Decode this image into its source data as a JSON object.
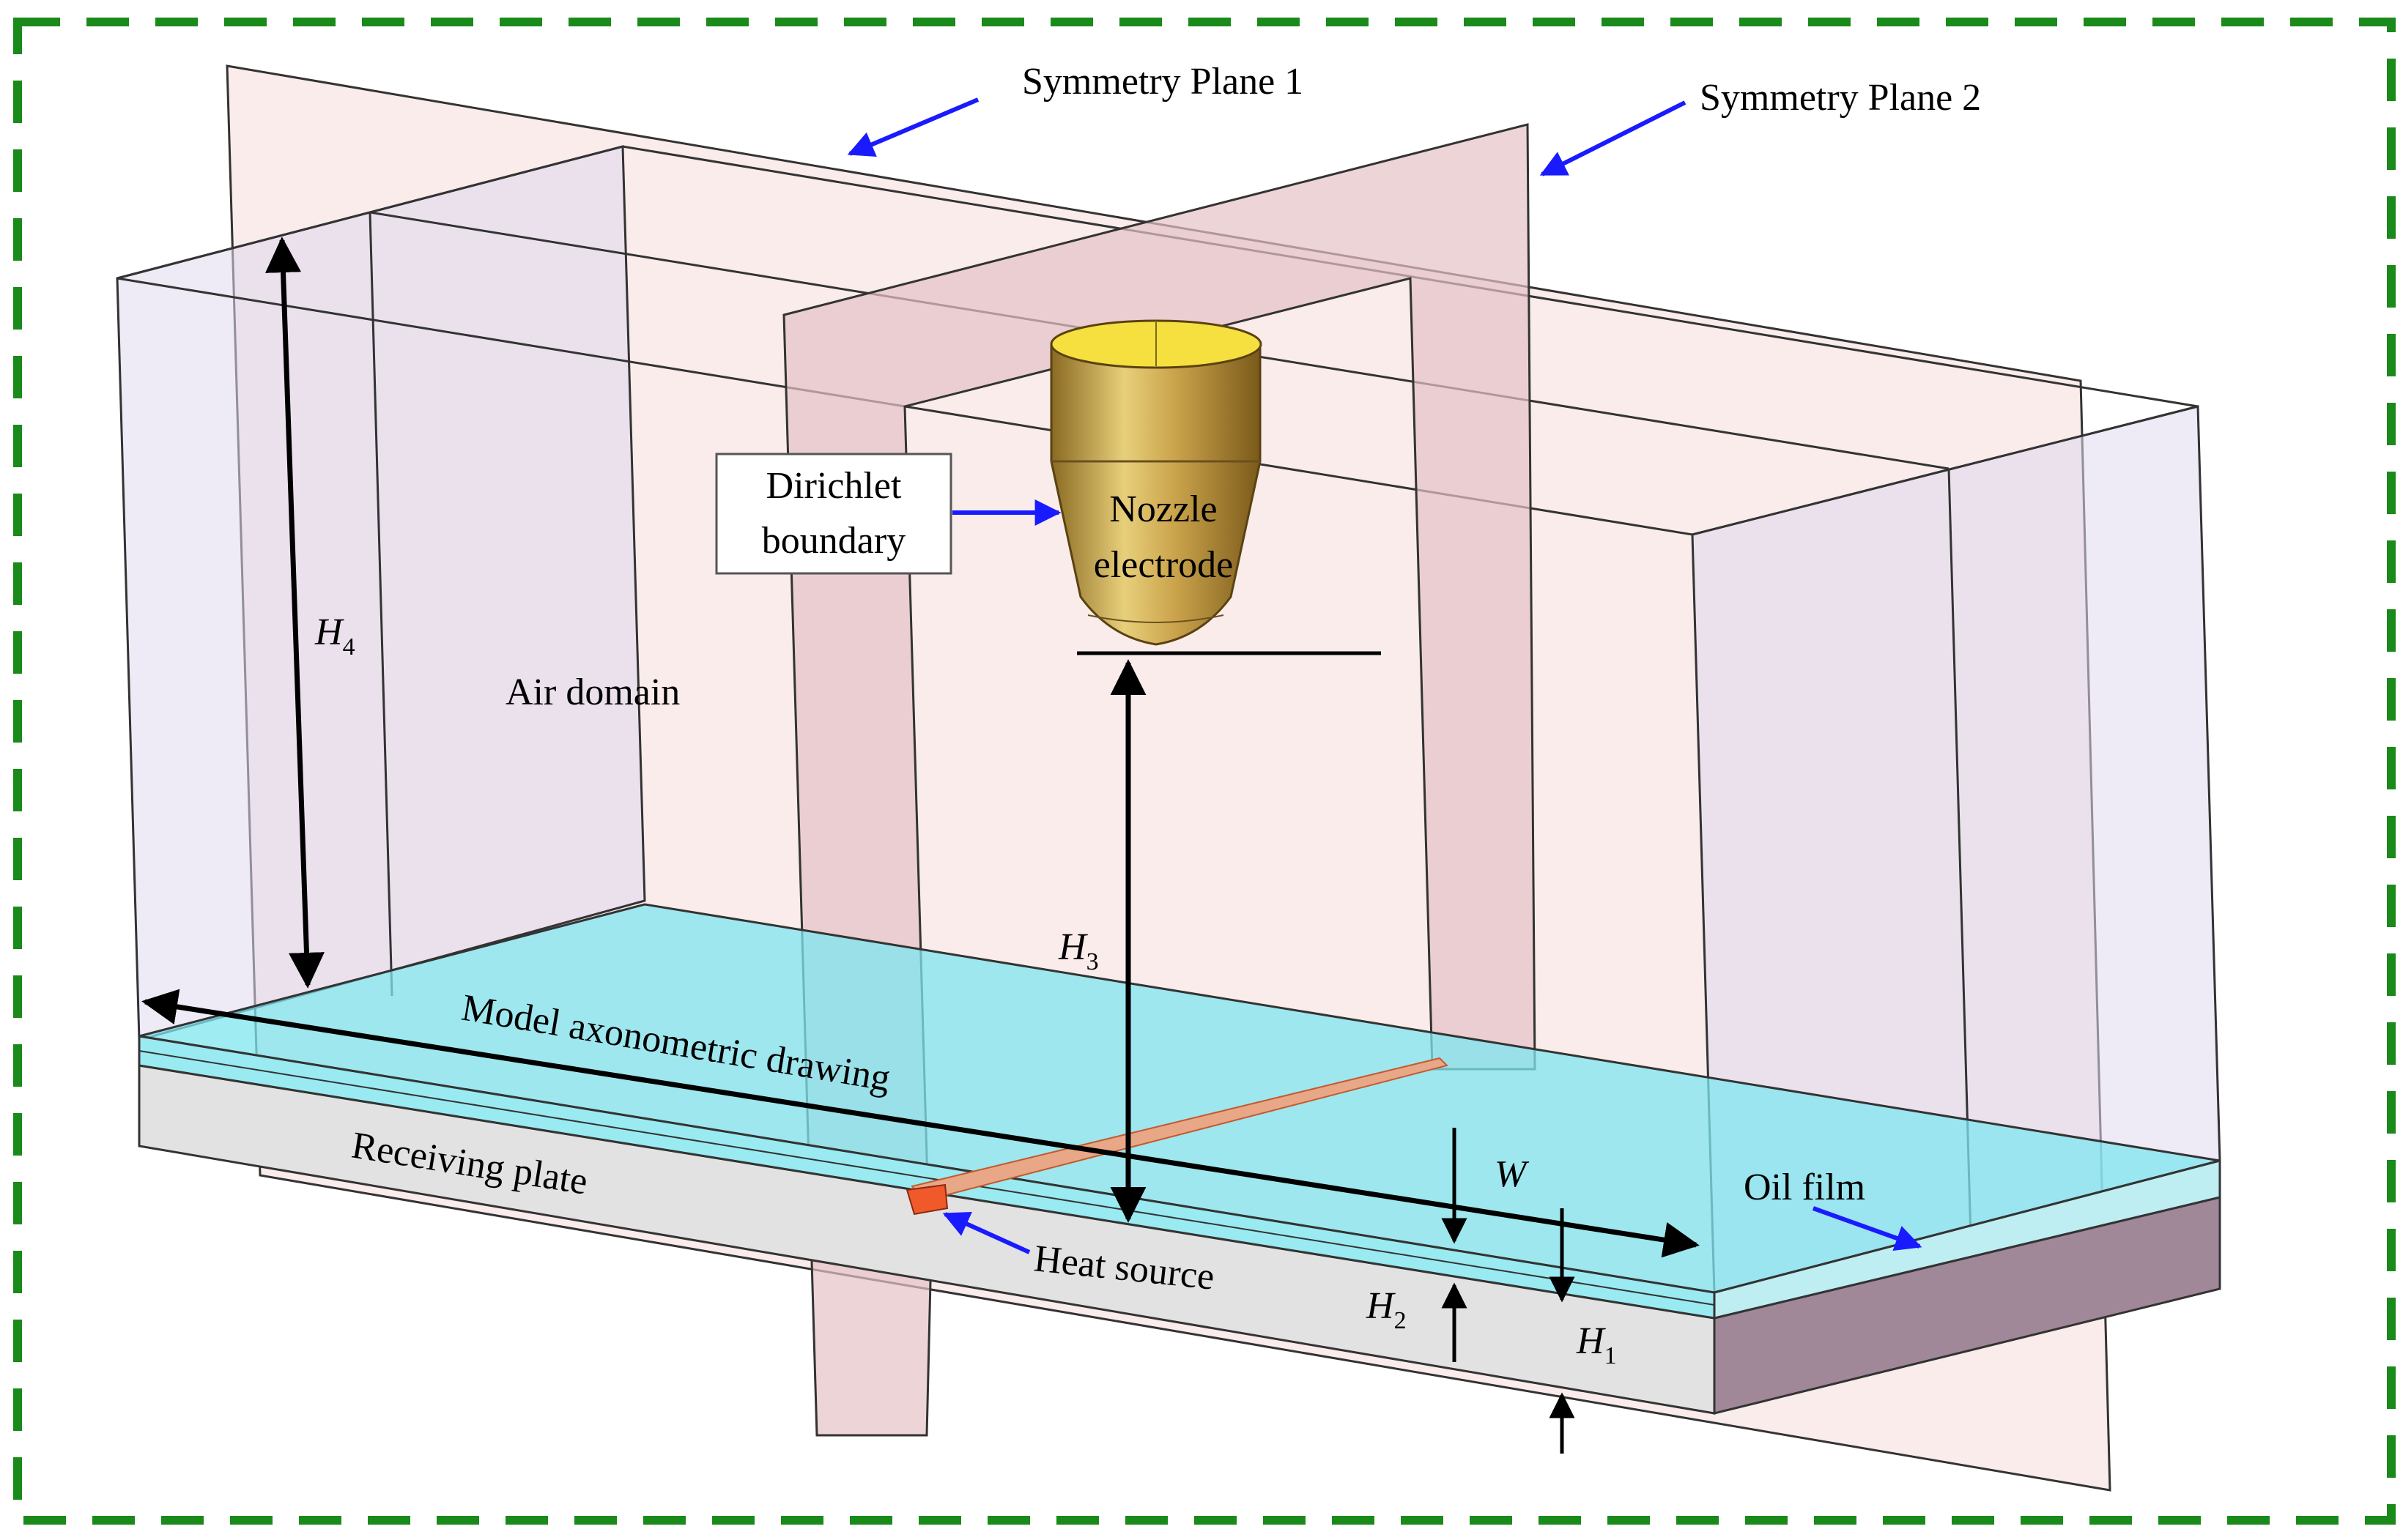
{
  "labels": {
    "symmetry_plane_1": "Symmetry Plane 1",
    "symmetry_plane_2": "Symmetry Plane 2",
    "dirichlet_line1": "Dirichlet",
    "dirichlet_line2": "boundary",
    "nozzle_line1": "Nozzle",
    "nozzle_line2": "electrode",
    "air_domain": "Air domain",
    "model_axonometric": "Model axonometric drawing",
    "receiving_plate": "Receiving plate",
    "heat_source": "Heat source",
    "oil_film": "Oil film",
    "w": "W"
  },
  "dimensions": {
    "h1": {
      "base": "H",
      "sub": "1"
    },
    "h2": {
      "base": "H",
      "sub": "2"
    },
    "h3": {
      "base": "H",
      "sub": "3"
    },
    "h4": {
      "base": "H",
      "sub": "4"
    }
  },
  "colors": {
    "frame_dash": "#1a8a1a",
    "arrow_blue": "#1a1aff",
    "oil_film": "#7fe6ef",
    "receiving_plate": "#e2e2e2",
    "plate_side": "#a08898",
    "symmetry_plane": "#e6c2c6",
    "air_domain_side": "#e0d8ee",
    "nozzle_gold": "#c9a24a",
    "heat_source": "#f05a2a"
  }
}
